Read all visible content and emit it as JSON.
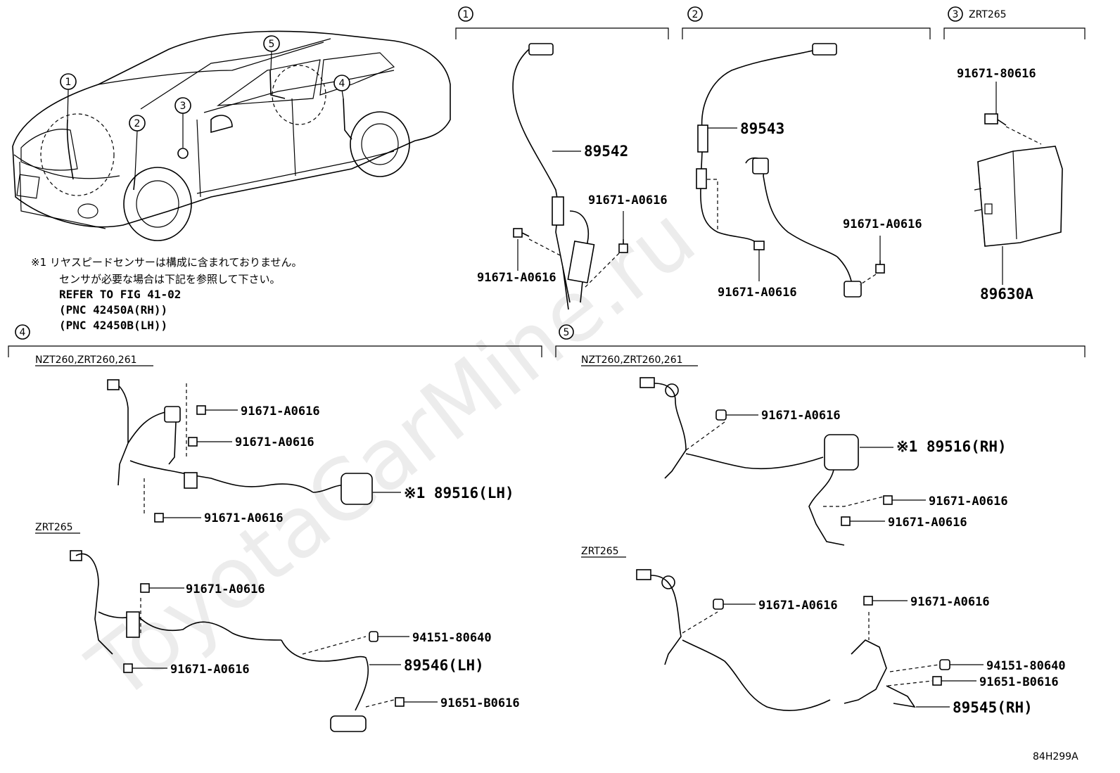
{
  "watermark": "ToyotaCarMine.ru",
  "figure_code": "84H299A",
  "note": {
    "line1": "※1 リヤスピードセンサーは構成に含まれておりません。",
    "line2": "センサが必要な場合は下記を参照して下さい。",
    "line3": "REFER TO FIG 41-02",
    "line4": "(PNC 42450A(RH))",
    "line5": "(PNC 42450B(LH))"
  },
  "callouts": [
    "1",
    "2",
    "3",
    "4",
    "5"
  ],
  "sections": {
    "s1": {
      "num": "1",
      "main_part": "89542",
      "bolt_a": "91671-A0616",
      "bolt_b": "91671-A0616"
    },
    "s2": {
      "num": "2",
      "main_part": "89543",
      "bolt_a": "91671-A0616",
      "bolt_b": "91671-A0616"
    },
    "s3": {
      "num": "3",
      "model": "ZRT265",
      "bolt": "91671-80616",
      "main_part": "89630A"
    },
    "s4": {
      "num": "4",
      "group_a": {
        "models": "NZT260,ZRT260,261",
        "bolt_1": "91671-A0616",
        "bolt_2": "91671-A0616",
        "bolt_3": "91671-A0616",
        "sensor": "※1 89516(LH)"
      },
      "group_b": {
        "models": "ZRT265",
        "bolt_1": "91671-A0616",
        "nut": "94151-80640",
        "main_part": "89546(LH)",
        "bolt_2": "91671-A0616",
        "bolt_3": "91651-B0616"
      }
    },
    "s5": {
      "num": "5",
      "group_a": {
        "models": "NZT260,ZRT260,261",
        "bolt_1": "91671-A0616",
        "sensor": "※1 89516(RH)",
        "bolt_2": "91671-A0616",
        "bolt_3": "91671-A0616"
      },
      "group_b": {
        "models": "ZRT265",
        "bolt_1": "91671-A0616",
        "bolt_2": "91671-A0616",
        "nut": "94151-80640",
        "bolt_3": "91651-B0616",
        "main_part": "89545(RH)"
      }
    }
  }
}
